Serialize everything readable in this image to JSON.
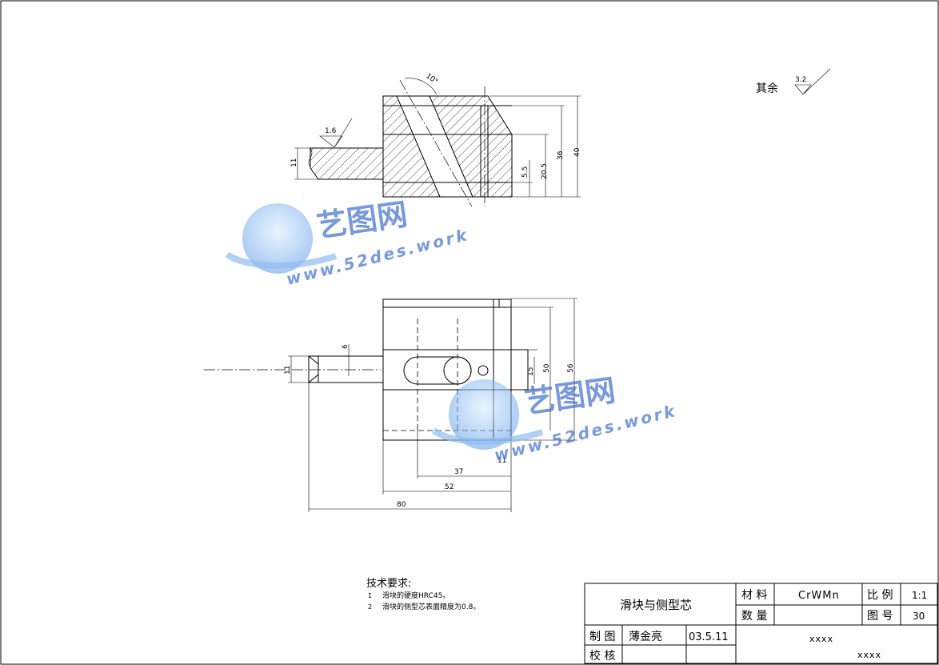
{
  "drawing": {
    "roughness_other_label": "其余",
    "roughness_other_value": "3.2",
    "roughness_top_value": "1.6",
    "angle_label": "10°",
    "front_dims": {
      "d40": "40",
      "d36": "36",
      "d205": "20.5",
      "d55": "5.5",
      "d11": "11"
    },
    "plan_dims": {
      "d6": "6",
      "d11": "11",
      "d15": "15",
      "d50": "50",
      "d56": "56",
      "d37": "37",
      "d52": "52",
      "d80": "80",
      "d1": "11"
    }
  },
  "watermark": {
    "brand": "艺图网",
    "url": "www.52des.work"
  },
  "notes": {
    "title": "技术要求:",
    "items": [
      {
        "num": "1",
        "text": "滑块的硬度HRC45。"
      },
      {
        "num": "2",
        "text": "滑块的侧型芯表面精度为0.8。"
      }
    ]
  },
  "title_block": {
    "part_name": "滑块与侧型芯",
    "material_label": "材 料",
    "material_value": "CrWMn",
    "scale_label": "比 例",
    "scale_value": "1:1",
    "quantity_label": "数 量",
    "quantity_value": "",
    "drawing_no_label": "图 号",
    "drawing_no_value": "30",
    "drafter_label": "制 图",
    "drafter_name": "薄金亮",
    "draft_date": "03.5.11",
    "checker_label": "校 核",
    "company": "xxxx",
    "company2": "xxxx"
  }
}
